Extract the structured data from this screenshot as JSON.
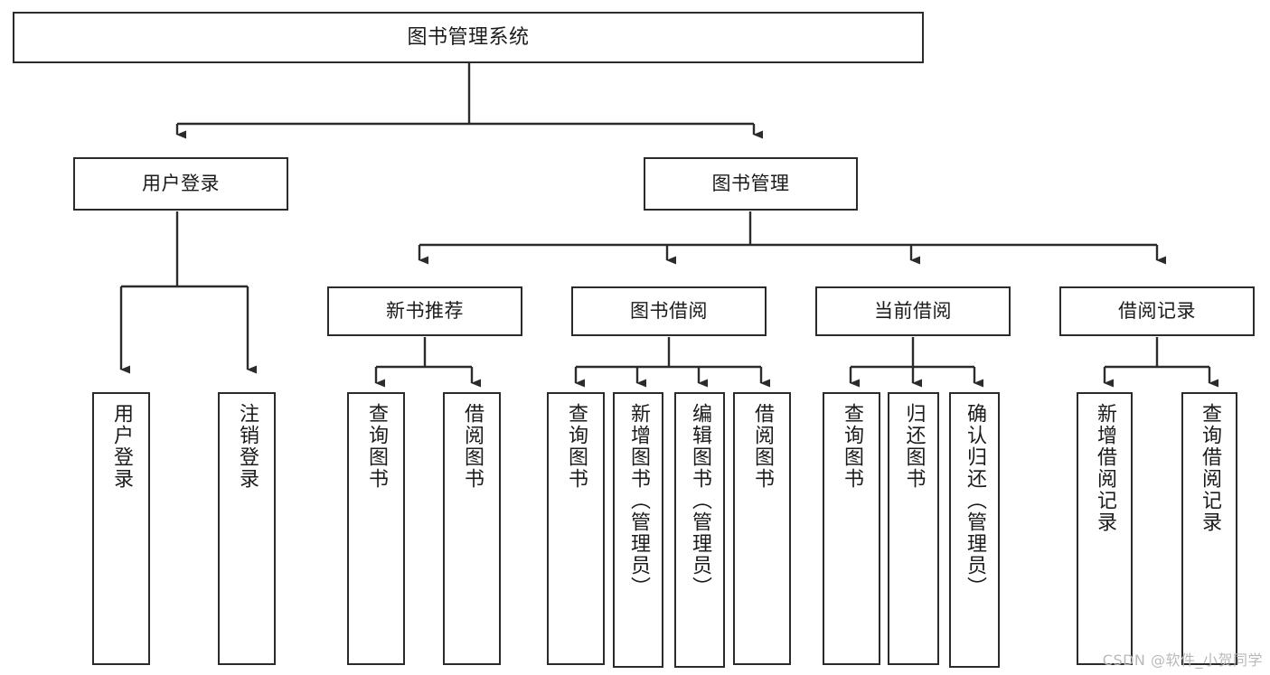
{
  "diagram": {
    "title": "图书管理系统",
    "type": "功能结构图",
    "stroke_color": "#2b2b2b",
    "fill_color": "#ffffff",
    "text_color": "#1b1b1b",
    "watermark": "CSDN @软件_小贺同学"
  },
  "nodes": {
    "root": {
      "label": "图书管理系统"
    },
    "level2": [
      {
        "label": "用户登录"
      },
      {
        "label": "图书管理"
      }
    ],
    "level3": [
      {
        "label": "新书推荐"
      },
      {
        "label": "图书借阅"
      },
      {
        "label": "当前借阅"
      },
      {
        "label": "借阅记录"
      }
    ],
    "leaves": [
      {
        "label": "用户登录"
      },
      {
        "label": "注销登录"
      },
      {
        "label": "查询图书"
      },
      {
        "label": "借阅图书"
      },
      {
        "label": "查询图书"
      },
      {
        "label": "新增图书（管理员）"
      },
      {
        "label": "编辑图书（管理员）"
      },
      {
        "label": "借阅图书"
      },
      {
        "label": "查询图书"
      },
      {
        "label": "归还图书"
      },
      {
        "label": "确认归还（管理员）"
      },
      {
        "label": "新增借阅记录"
      },
      {
        "label": "查询借阅记录"
      }
    ]
  },
  "tree": {
    "name": "图书管理系统",
    "children": [
      {
        "name": "用户登录",
        "children": [
          {
            "name": "用户登录"
          },
          {
            "name": "注销登录"
          }
        ]
      },
      {
        "name": "图书管理",
        "children": [
          {
            "name": "新书推荐",
            "children": [
              {
                "name": "查询图书"
              },
              {
                "name": "借阅图书"
              }
            ]
          },
          {
            "name": "图书借阅",
            "children": [
              {
                "name": "查询图书"
              },
              {
                "name": "新增图书（管理员）"
              },
              {
                "name": "编辑图书（管理员）"
              },
              {
                "name": "借阅图书"
              }
            ]
          },
          {
            "name": "当前借阅",
            "children": [
              {
                "name": "查询图书"
              },
              {
                "name": "归还图书"
              },
              {
                "name": "确认归还（管理员）"
              }
            ]
          },
          {
            "name": "借阅记录",
            "children": [
              {
                "name": "新增借阅记录"
              },
              {
                "name": "查询借阅记录"
              }
            ]
          }
        ]
      }
    ]
  }
}
